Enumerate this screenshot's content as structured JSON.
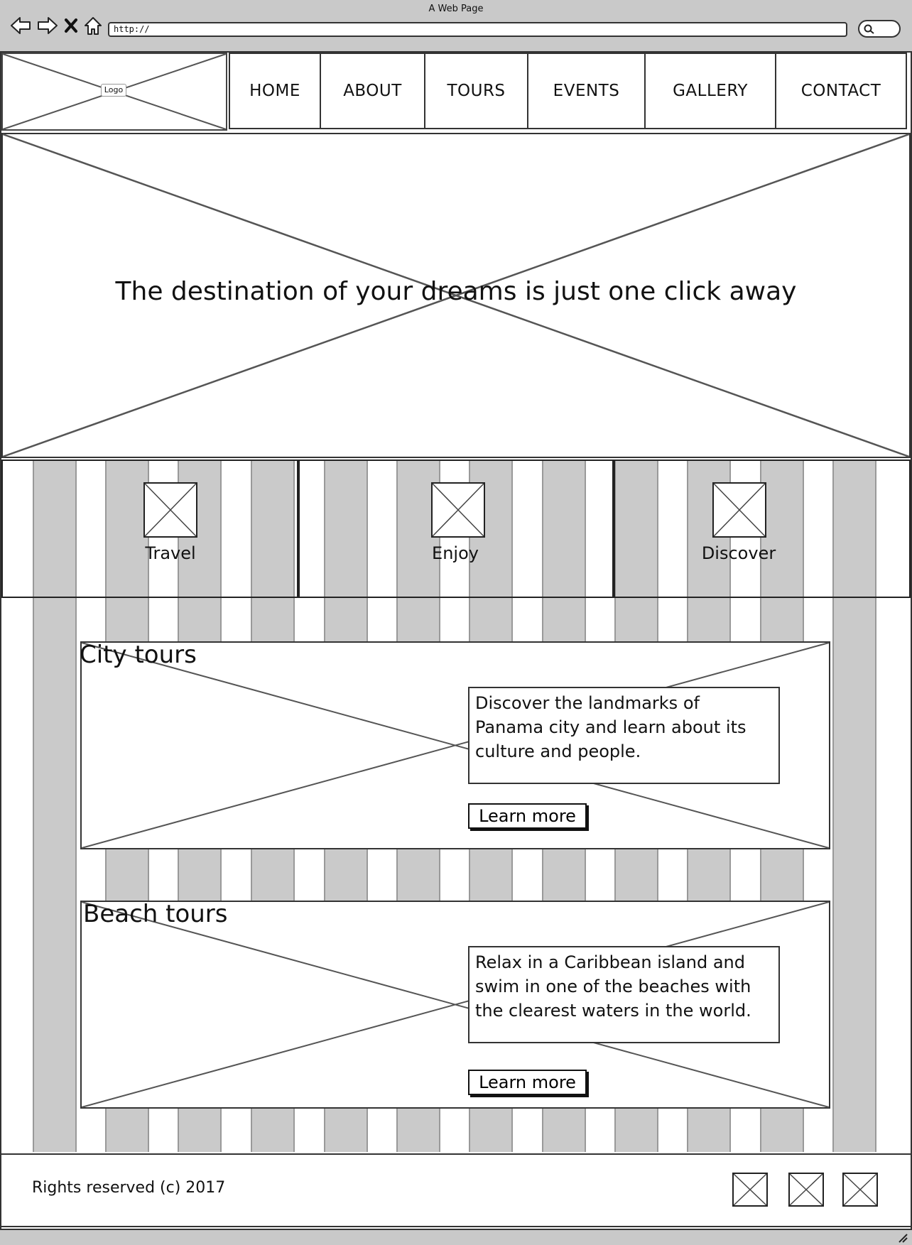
{
  "browser": {
    "title": "A Web Page",
    "url": "http://",
    "icons": [
      "back-arrow-icon",
      "forward-arrow-icon",
      "close-icon",
      "home-icon",
      "search-icon"
    ]
  },
  "header": {
    "logo_label": "Logo",
    "nav": [
      {
        "label": "HOME"
      },
      {
        "label": "ABOUT"
      },
      {
        "label": "TOURS"
      },
      {
        "label": "EVENTS"
      },
      {
        "label": "GALLERY"
      },
      {
        "label": "CONTACT"
      }
    ]
  },
  "hero": {
    "headline": "The destination of your dreams is just one click away"
  },
  "features": [
    {
      "label": "Travel"
    },
    {
      "label": "Enjoy"
    },
    {
      "label": "Discover"
    }
  ],
  "tours": [
    {
      "title": "City tours",
      "description": "Discover the landmarks of Panama city and learn about its culture and people.",
      "button": "Learn more"
    },
    {
      "title": "Beach tours",
      "description": "Relax in a Caribbean island and swim in one of the beaches with the clearest waters in the world.",
      "button": "Learn more"
    }
  ],
  "footer": {
    "copyright": "Rights reserved (c) 2017"
  },
  "colors": {
    "chrome": "#c9c9c9",
    "stripe": "#cacaca",
    "line": "#333333"
  }
}
